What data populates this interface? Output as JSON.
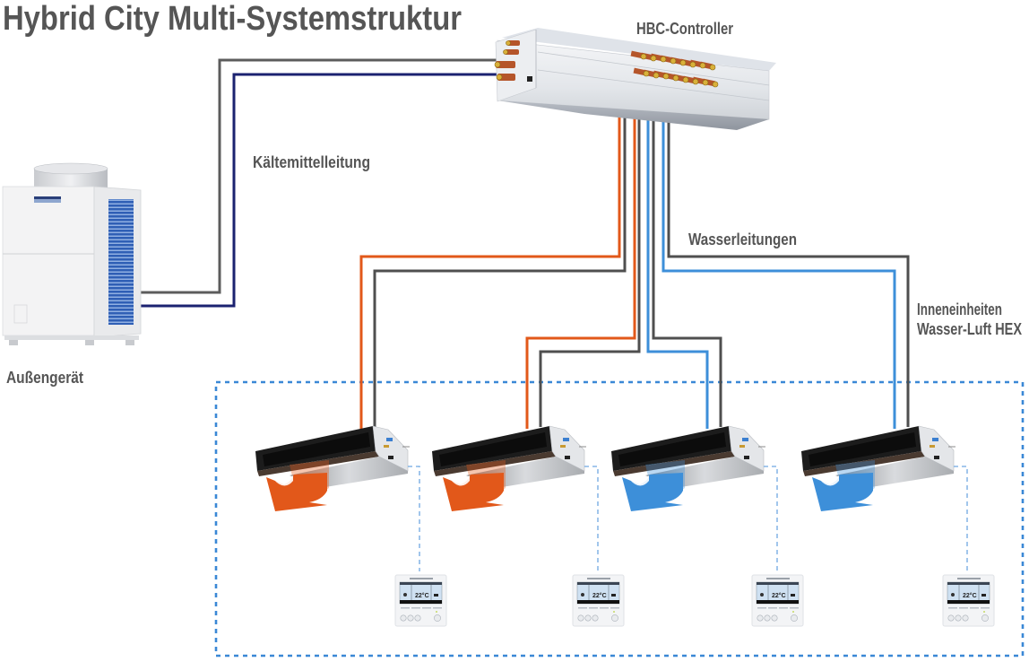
{
  "title": "Hybrid City Multi-Systemstruktur",
  "labels": {
    "hbc_controller": "HBC-Controller",
    "refrigerant_line": "Kältemittelleitung",
    "water_lines": "Wasserleitungen",
    "indoor_units_line1": "Inneneinheiten",
    "indoor_units_line2": "Wasser-Luft HEX",
    "outdoor_unit": "Außengerät"
  },
  "colors": {
    "text": "#555555",
    "refrigerant_gas": "#5c5c5c",
    "refrigerant_liquid": "#1b2270",
    "water_return": "#4f4f4f",
    "heating": "#e2581a",
    "cooling": "#3d8fd9",
    "zone_border": "#3a88d6"
  },
  "indoor_units": [
    {
      "name": "indoor-unit-1",
      "mode": "heating"
    },
    {
      "name": "indoor-unit-2",
      "mode": "heating"
    },
    {
      "name": "indoor-unit-3",
      "mode": "cooling"
    },
    {
      "name": "indoor-unit-4",
      "mode": "cooling"
    }
  ],
  "remote_controllers": [
    {
      "temperature": "22°C"
    },
    {
      "temperature": "22°C"
    },
    {
      "temperature": "22°C"
    },
    {
      "temperature": "22°C"
    }
  ]
}
